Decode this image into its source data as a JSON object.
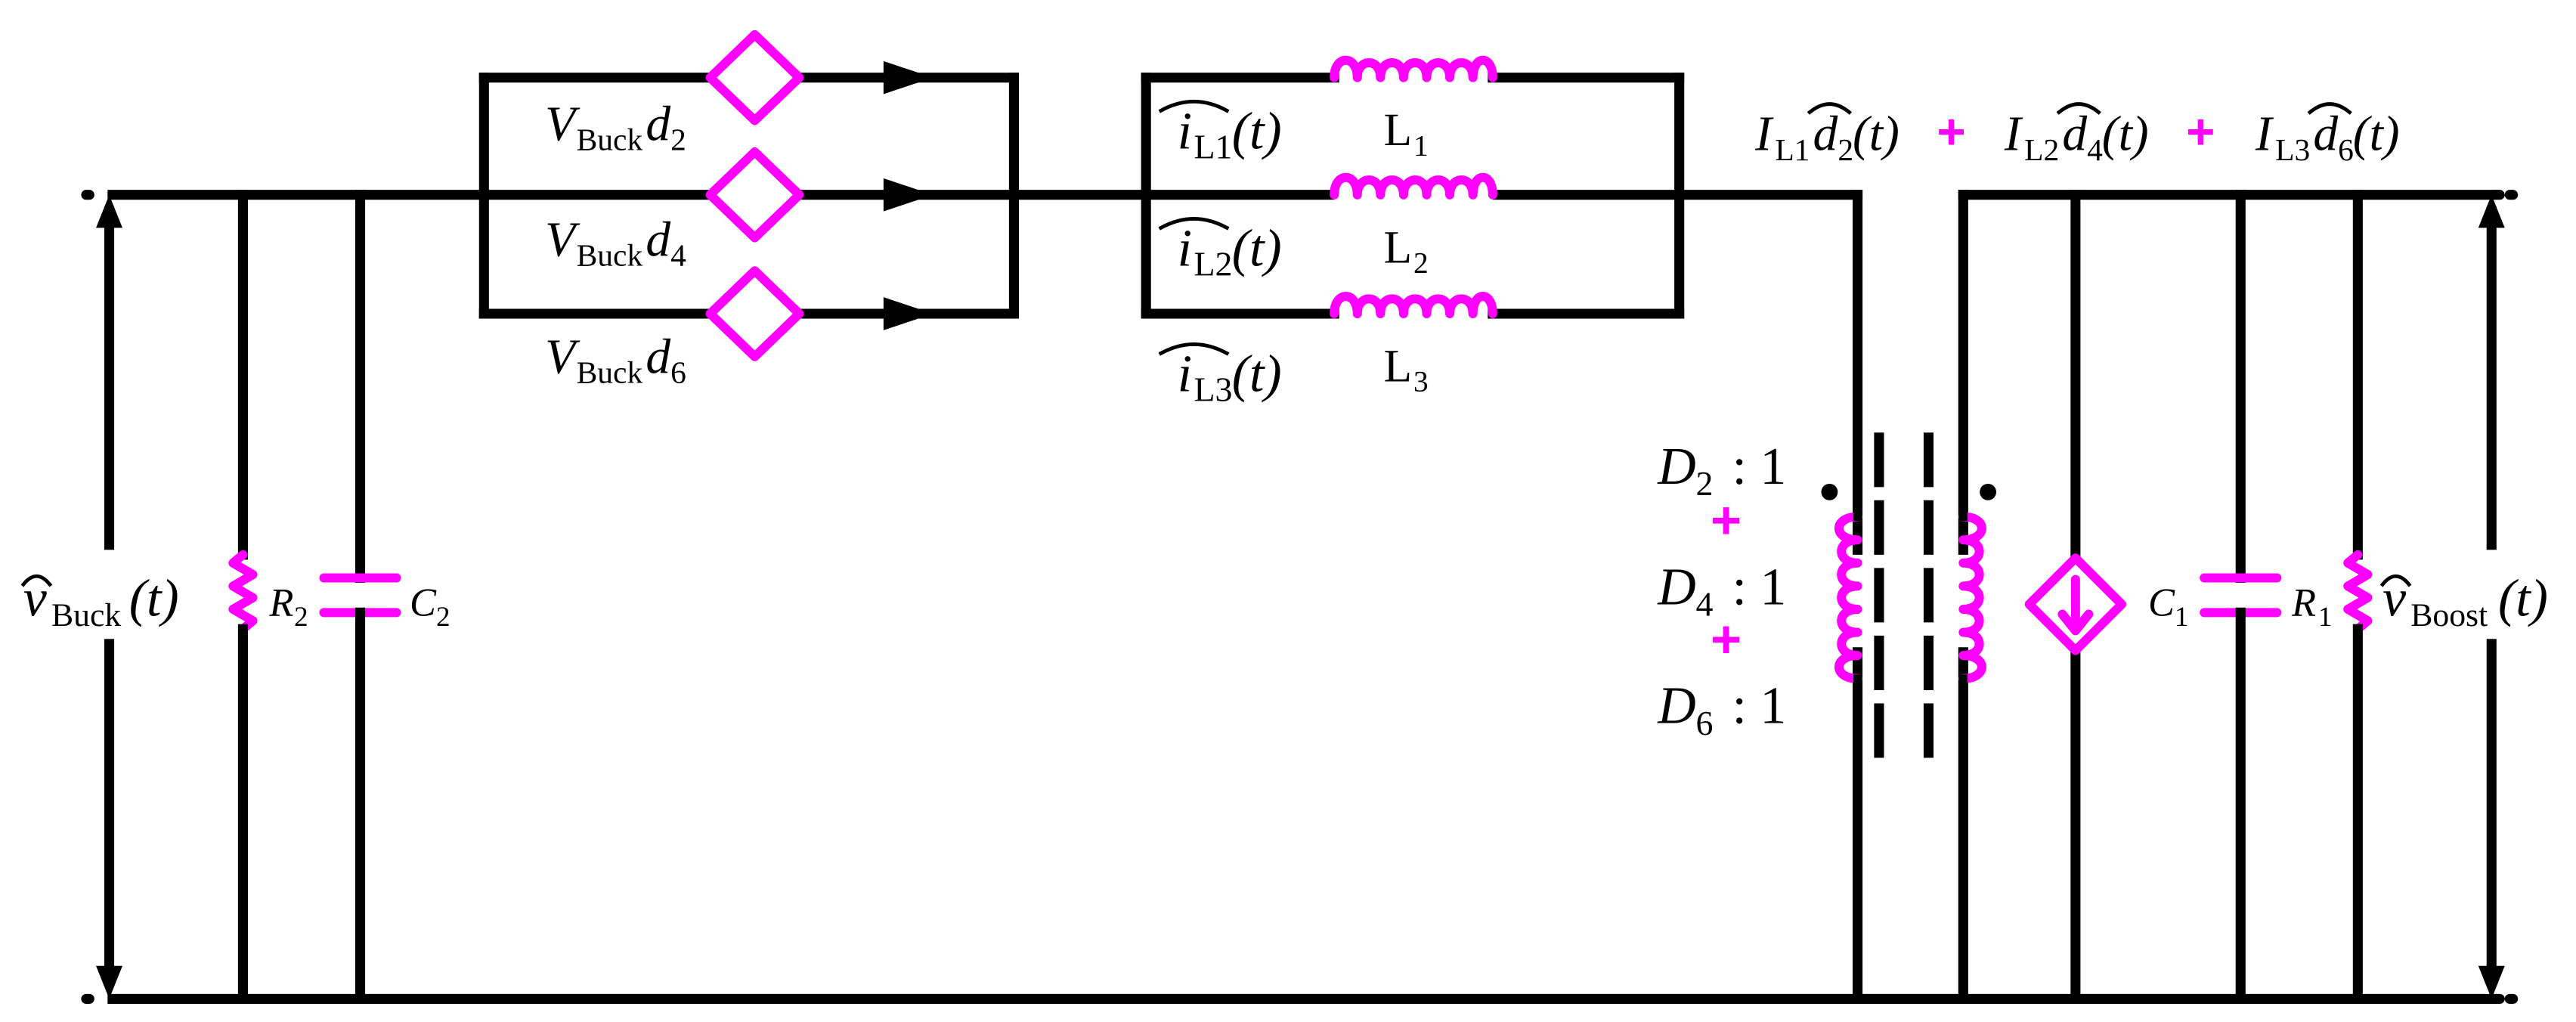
{
  "colors": {
    "accent": "#ff00ff",
    "wire": "#000000"
  },
  "buck_sources": [
    {
      "v": "V",
      "sub": "Buck",
      "d": "d",
      "dsub": "2"
    },
    {
      "v": "V",
      "sub": "Buck",
      "d": "d",
      "dsub": "4"
    },
    {
      "v": "V",
      "sub": "Buck",
      "d": "d",
      "dsub": "6"
    }
  ],
  "inductor_currents": [
    {
      "i": "i",
      "sub": "L1",
      "t": "(t)"
    },
    {
      "i": "i",
      "sub": "L2",
      "t": "(t)"
    },
    {
      "i": "i",
      "sub": "L3",
      "t": "(t)"
    }
  ],
  "inductors": [
    {
      "name": "L",
      "sub": "1"
    },
    {
      "name": "L",
      "sub": "2"
    },
    {
      "name": "L",
      "sub": "3"
    }
  ],
  "current_sum": [
    {
      "I": "I",
      "sub": "L1",
      "d": "d",
      "dsub": "2",
      "t": "(t)"
    },
    {
      "I": "I",
      "sub": "L2",
      "d": "d",
      "dsub": "4",
      "t": "(t)"
    },
    {
      "I": "I",
      "sub": "L3",
      "d": "d",
      "dsub": "6",
      "t": "(t)"
    }
  ],
  "plus_sign": "+",
  "turns_ratio": [
    {
      "D": "D",
      "sub": "2",
      "ratio": ": 1"
    },
    {
      "D": "D",
      "sub": "4",
      "ratio": ": 1"
    },
    {
      "D": "D",
      "sub": "6",
      "ratio": ": 1"
    }
  ],
  "left_port": {
    "v": "v",
    "sub": "Buck",
    "t": "(t)"
  },
  "right_port": {
    "v": "v",
    "sub": "Boost",
    "t": "(t)"
  },
  "components": {
    "R2": {
      "name": "R",
      "sub": "2"
    },
    "C2": {
      "name": "C",
      "sub": "2"
    },
    "C1": {
      "name": "C",
      "sub": "1"
    },
    "R1": {
      "name": "R",
      "sub": "1"
    }
  }
}
